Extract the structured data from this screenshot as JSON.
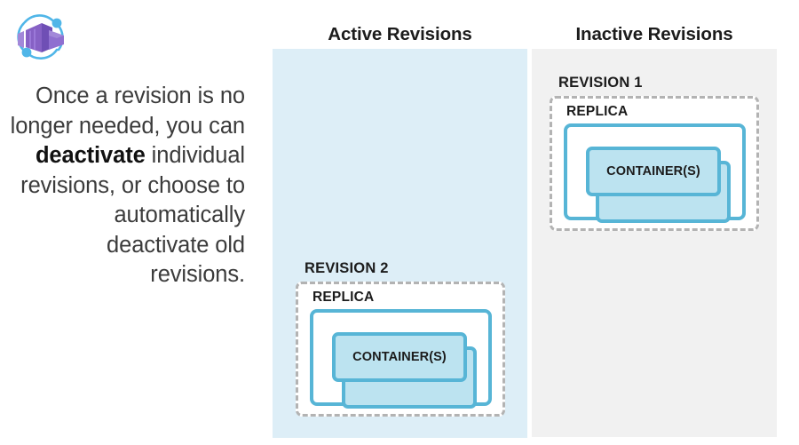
{
  "brand": {
    "icon_name": "azure-container-apps-icon",
    "colors": {
      "cube_primary": "#8661c5",
      "cube_light": "#a288d9",
      "cube_dark": "#6f4fb5",
      "orbit": "#50b6e8"
    }
  },
  "description": {
    "before": "Once a revision is no longer needed, you can ",
    "emphasis": "deactivate",
    "after": " individual revisions, or choose to automatically deactivate old revisions."
  },
  "columns": {
    "active": {
      "heading": "Active Revisions",
      "panel_color": "#ddeef7"
    },
    "inactive": {
      "heading": "Inactive Revisions",
      "panel_color": "#f1f1f1"
    }
  },
  "revisions": [
    {
      "id": "revision-1",
      "label": "REVISION 1",
      "state": "inactive",
      "replica_label": "REPLICA",
      "container_label": "CONTAINER(S)"
    },
    {
      "id": "revision-2",
      "label": "REVISION 2",
      "state": "active",
      "replica_label": "REPLICA",
      "container_label": "CONTAINER(S)"
    }
  ],
  "theme": {
    "container_fill": "#bce3f0",
    "container_border": "#57b5d6",
    "dashed_border": "#b3b3b3",
    "text_dark": "#1c1c1c",
    "text_body": "#3b3b3b"
  }
}
